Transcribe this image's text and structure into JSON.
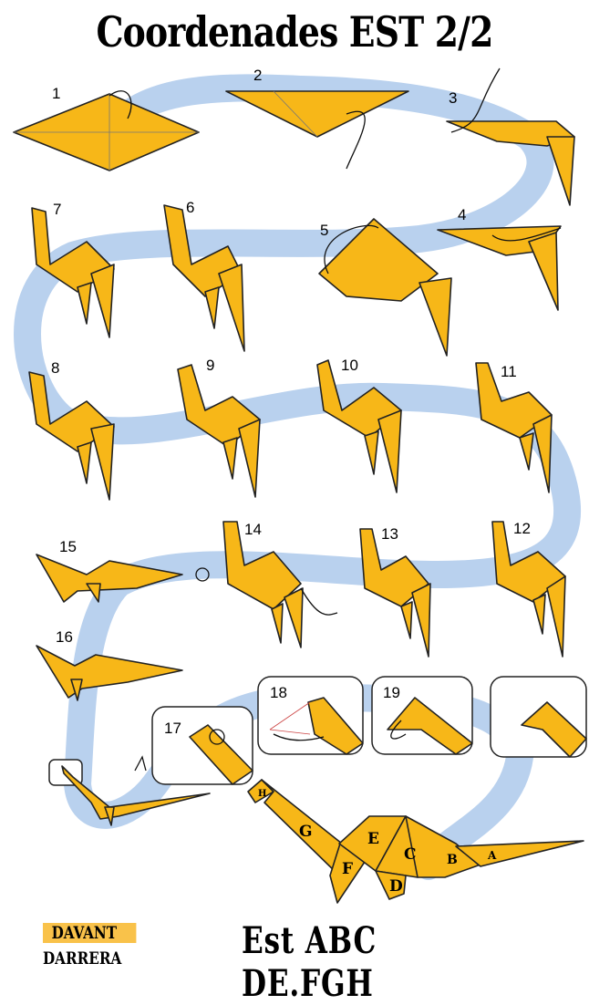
{
  "title": "Coordenades EST 2/2",
  "steps": [
    "1",
    "2",
    "3",
    "4",
    "5",
    "6",
    "7",
    "8",
    "9",
    "10",
    "11",
    "12",
    "13",
    "14",
    "15",
    "16",
    "17",
    "18",
    "19"
  ],
  "final_labels": {
    "a": "A",
    "b": "B",
    "c": "C",
    "d": "D",
    "e": "E",
    "f": "F",
    "g": "G",
    "h": "H"
  },
  "nav": {
    "front": "DAVANT",
    "back": "DARRERA"
  },
  "bottom_text": "Est ABC DE.FGH",
  "colors": {
    "paper": "#f7b718",
    "path": "#b9d1ee",
    "highlight": "#f9c24a"
  }
}
